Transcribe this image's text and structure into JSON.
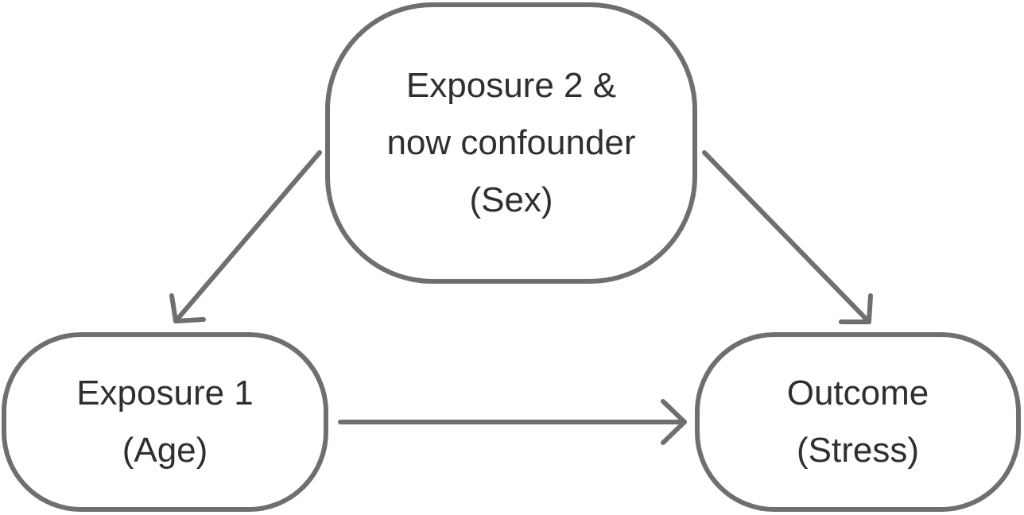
{
  "nodes": {
    "exposure_2": {
      "line1": "Exposure 2 &",
      "line2": "now confounder",
      "line3": "(Sex)"
    },
    "exposure_1": {
      "line1": "Exposure 1",
      "line2": "(Age)"
    },
    "outcome": {
      "line1": "Outcome",
      "line2": "(Stress)"
    }
  },
  "edges": [
    {
      "from": "exposure_2",
      "to": "exposure_1"
    },
    {
      "from": "exposure_2",
      "to": "outcome"
    },
    {
      "from": "exposure_1",
      "to": "outcome"
    }
  ],
  "colors": {
    "stroke": "#6f6f6f",
    "text": "#2f2f2f",
    "background": "#ffffff"
  }
}
